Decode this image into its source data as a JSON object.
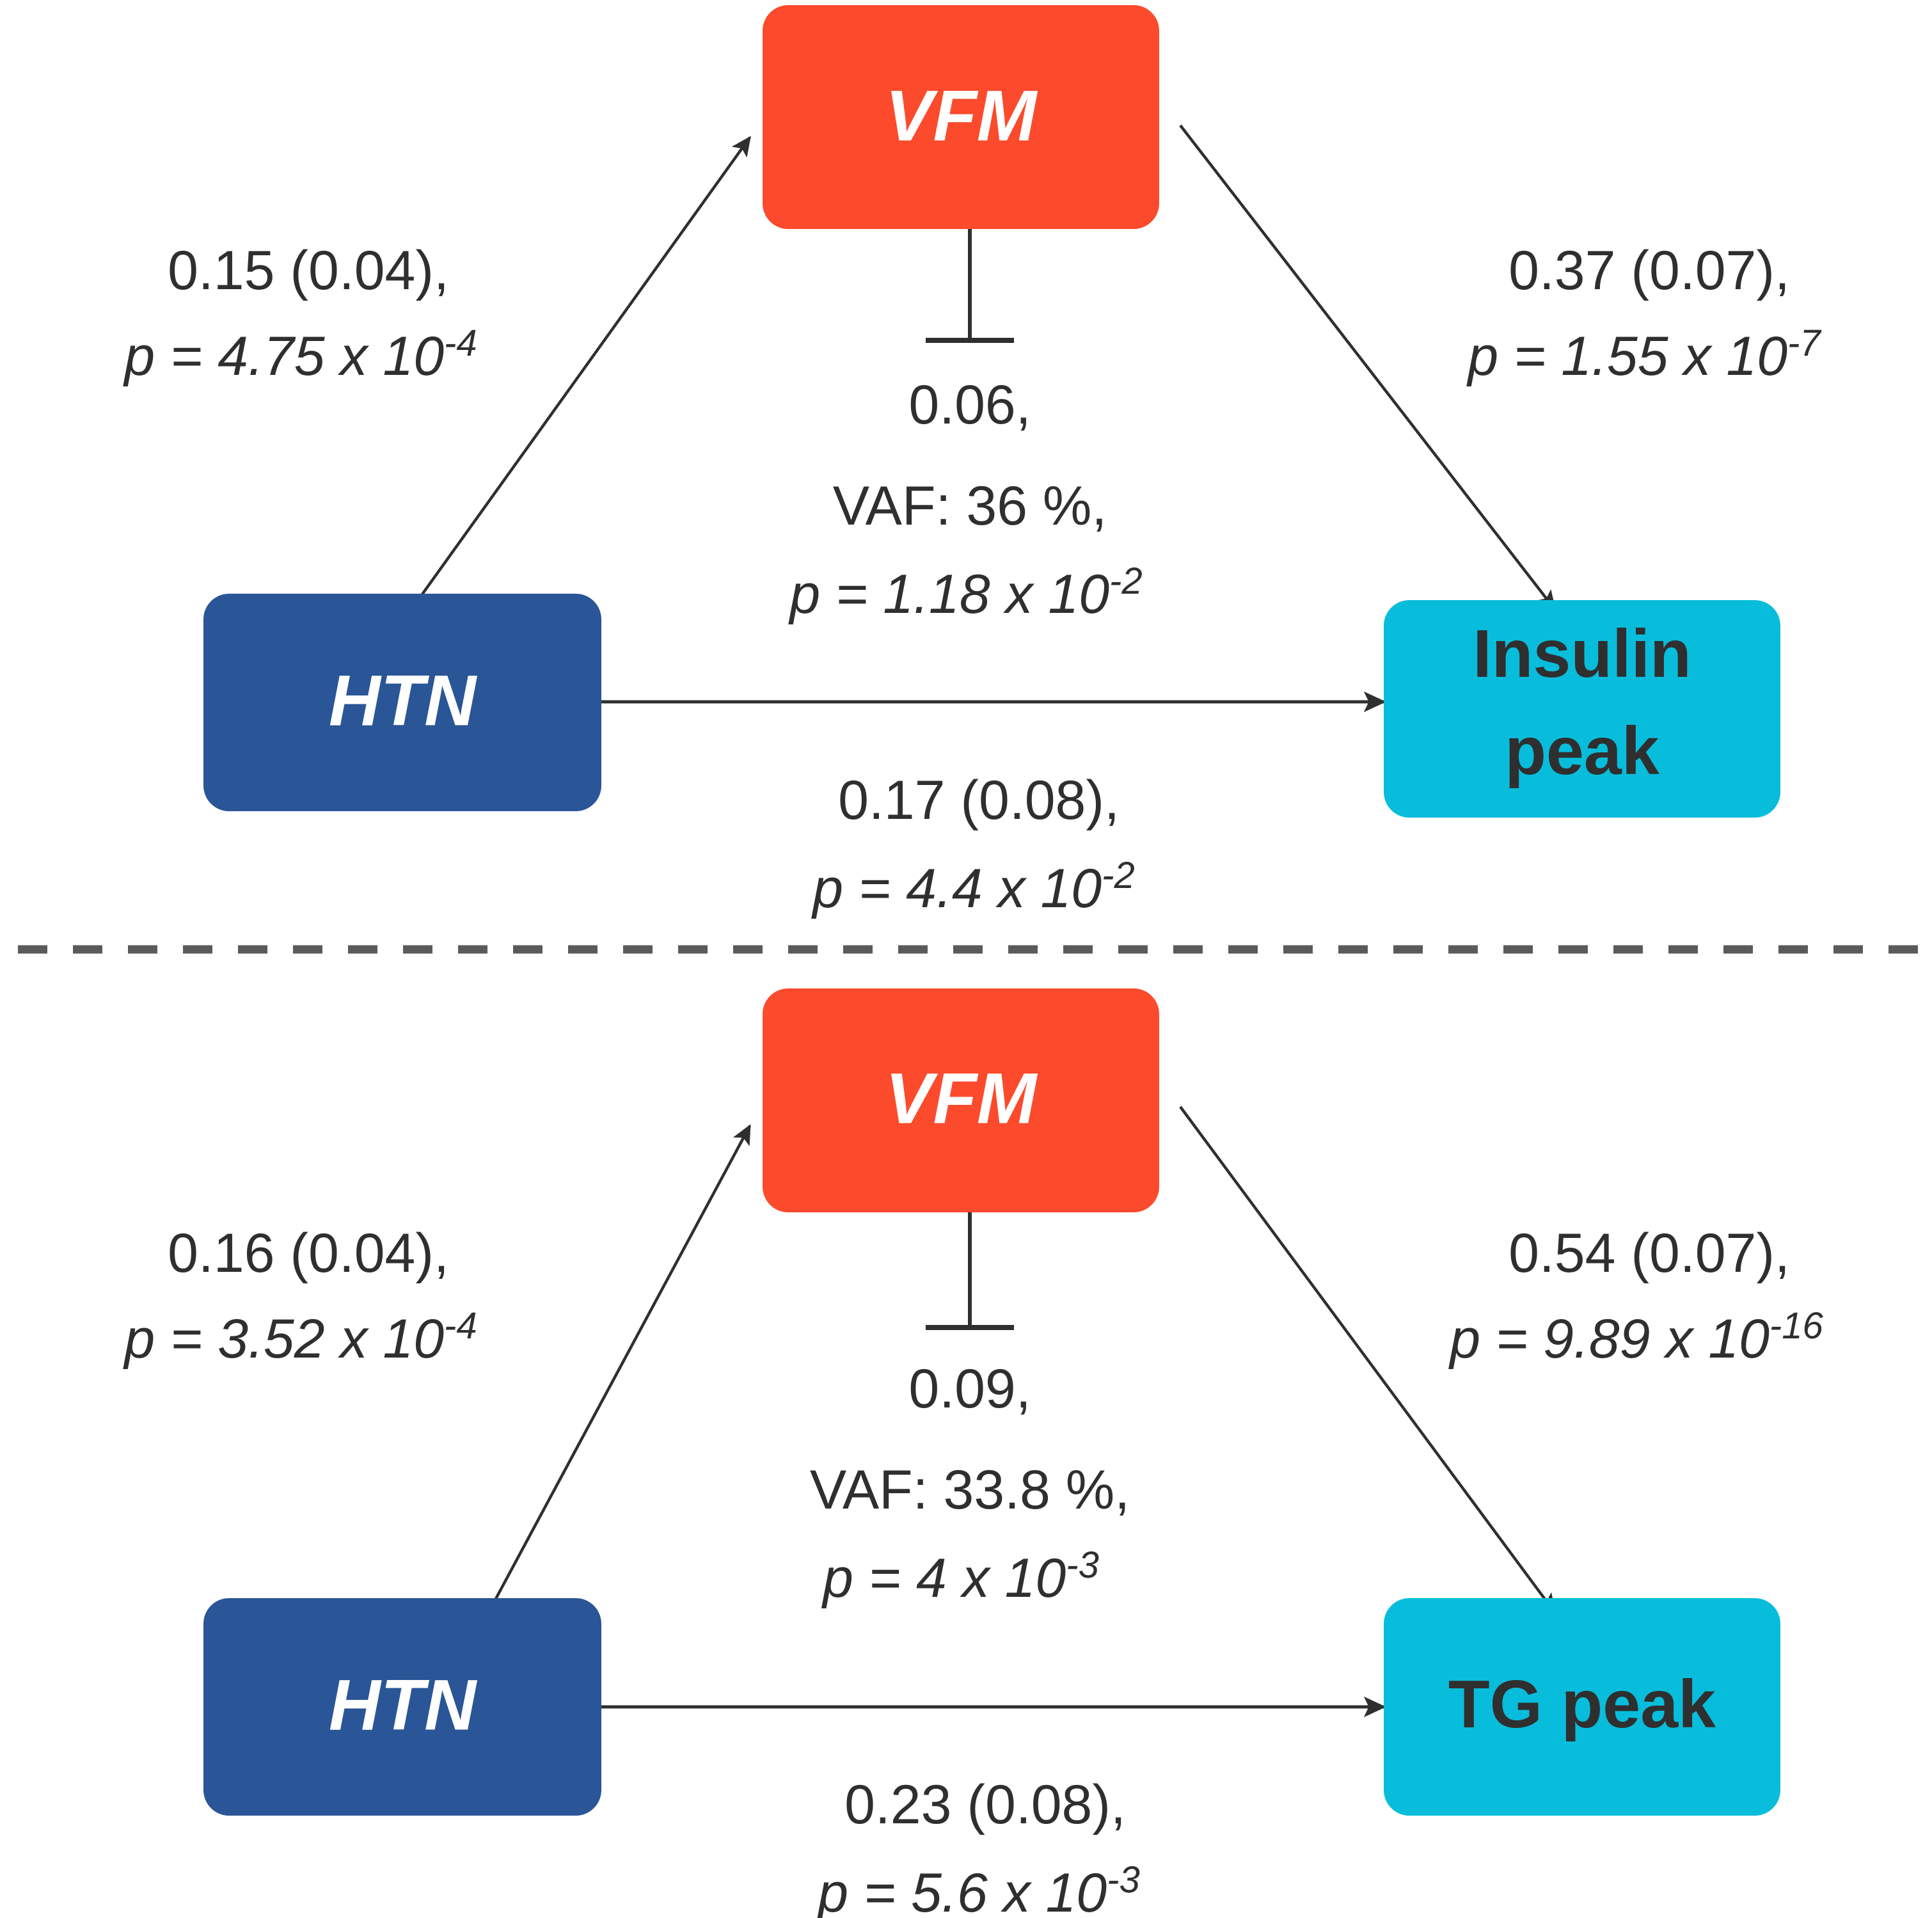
{
  "figure": {
    "type": "mediation-path-diagram",
    "panels": [
      {
        "id": "panel-insulin",
        "nodes": {
          "exposure": {
            "label": "HTN",
            "color": "#2a5596",
            "text_color": "#ffffff",
            "style": "bold-italic"
          },
          "mediator": {
            "label": "VFM",
            "color": "#fb4b2c",
            "text_color": "#ffffff",
            "style": "bold-italic"
          },
          "outcome": {
            "label_line1": "Insulin",
            "label_line2": "peak",
            "color": "#08bddb",
            "text_color": "#2f2f2f",
            "style": "bold"
          }
        },
        "paths": {
          "a_path": {
            "from": "HTN",
            "to": "VFM",
            "estimate": "0.15 (0.04),",
            "p_prefix": "p = 4.75 x 10",
            "p_exponent": "-4"
          },
          "b_path": {
            "from": "VFM",
            "to": "Insulin peak",
            "estimate": "0.37 (0.07),",
            "p_prefix": "p = 1.55 x 10",
            "p_exponent": "-7"
          },
          "indirect": {
            "estimate": "0.06,",
            "vaf": "VAF: 36 %,",
            "p_prefix": "p = 1.18 x 10",
            "p_exponent": "-2"
          },
          "direct": {
            "from": "HTN",
            "to": "Insulin peak",
            "estimate": "0.17 (0.08),",
            "p_prefix": "p = 4.4 x 10",
            "p_exponent": "-2"
          }
        }
      },
      {
        "id": "panel-tg",
        "nodes": {
          "exposure": {
            "label": "HTN",
            "color": "#2a5596",
            "text_color": "#ffffff",
            "style": "bold-italic"
          },
          "mediator": {
            "label": "VFM",
            "color": "#fb4b2c",
            "text_color": "#ffffff",
            "style": "bold-italic"
          },
          "outcome": {
            "label_line1": "TG peak",
            "label_line2": "",
            "color": "#08bddb",
            "text_color": "#2f2f2f",
            "style": "bold"
          }
        },
        "paths": {
          "a_path": {
            "from": "HTN",
            "to": "VFM",
            "estimate": "0.16 (0.04),",
            "p_prefix": "p = 3.52 x 10",
            "p_exponent": "-4"
          },
          "b_path": {
            "from": "VFM",
            "to": "TG peak",
            "estimate": "0.54 (0.07),",
            "p_prefix": "p = 9.89 x 10",
            "p_exponent": "-16"
          },
          "indirect": {
            "estimate": "0.09,",
            "vaf": "VAF: 33.8 %,",
            "p_prefix": "p = 4 x 10",
            "p_exponent": "-3"
          },
          "direct": {
            "from": "HTN",
            "to": "TG peak",
            "estimate": "0.23 (0.08),",
            "p_prefix": "p = 5.6 x 10",
            "p_exponent": "-3"
          }
        }
      }
    ],
    "divider": {
      "style": "dashed",
      "color": "#5a5a5a"
    },
    "arrow_color": "#2f2f2f"
  }
}
